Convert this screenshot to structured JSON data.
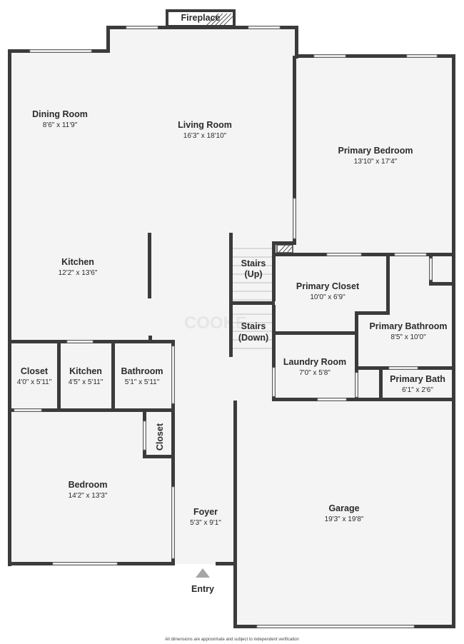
{
  "fireplace_label": "Fireplace",
  "entry_label": "Entry",
  "disclaimer": "All dimensions are approximate and subject to independent verification",
  "watermark": "COOKE",
  "rooms": {
    "dining_room": {
      "name": "Dining Room",
      "dims": "8'6\" x 11'9\""
    },
    "living_room": {
      "name": "Living Room",
      "dims": "16'3\" x 18'10\""
    },
    "primary_bedroom": {
      "name": "Primary Bedroom",
      "dims": "13'10\" x 17'4\""
    },
    "kitchen_main": {
      "name": "Kitchen",
      "dims": "12'2\" x 13'6\""
    },
    "stairs_up": {
      "line1": "Stairs",
      "line2": "(Up)"
    },
    "stairs_down": {
      "line1": "Stairs",
      "line2": "(Down)"
    },
    "primary_closet": {
      "name": "Primary Closet",
      "dims": "10'0\" x 6'9\""
    },
    "primary_bathroom": {
      "name": "Primary Bathroom",
      "dims": "8'5\" x 10'0\""
    },
    "laundry_room": {
      "name": "Laundry Room",
      "dims": "7'0\" x 5'8\""
    },
    "primary_bath": {
      "name": "Primary Bath",
      "dims": "6'1\" x 2'6\""
    },
    "closet_left": {
      "name": "Closet",
      "dims": "4'0\" x 5'11\""
    },
    "kitchen_small": {
      "name": "Kitchen",
      "dims": "4'5\" x 5'11\""
    },
    "bathroom": {
      "name": "Bathroom",
      "dims": "5'1\" x 5'11\""
    },
    "closet_small": {
      "name": "Closet"
    },
    "bedroom": {
      "name": "Bedroom",
      "dims": "14'2\" x 13'3\""
    },
    "foyer": {
      "name": "Foyer",
      "dims": "5'3\" x 9'1\""
    },
    "garage": {
      "name": "Garage",
      "dims": "19'3\" x 19'8\""
    }
  }
}
